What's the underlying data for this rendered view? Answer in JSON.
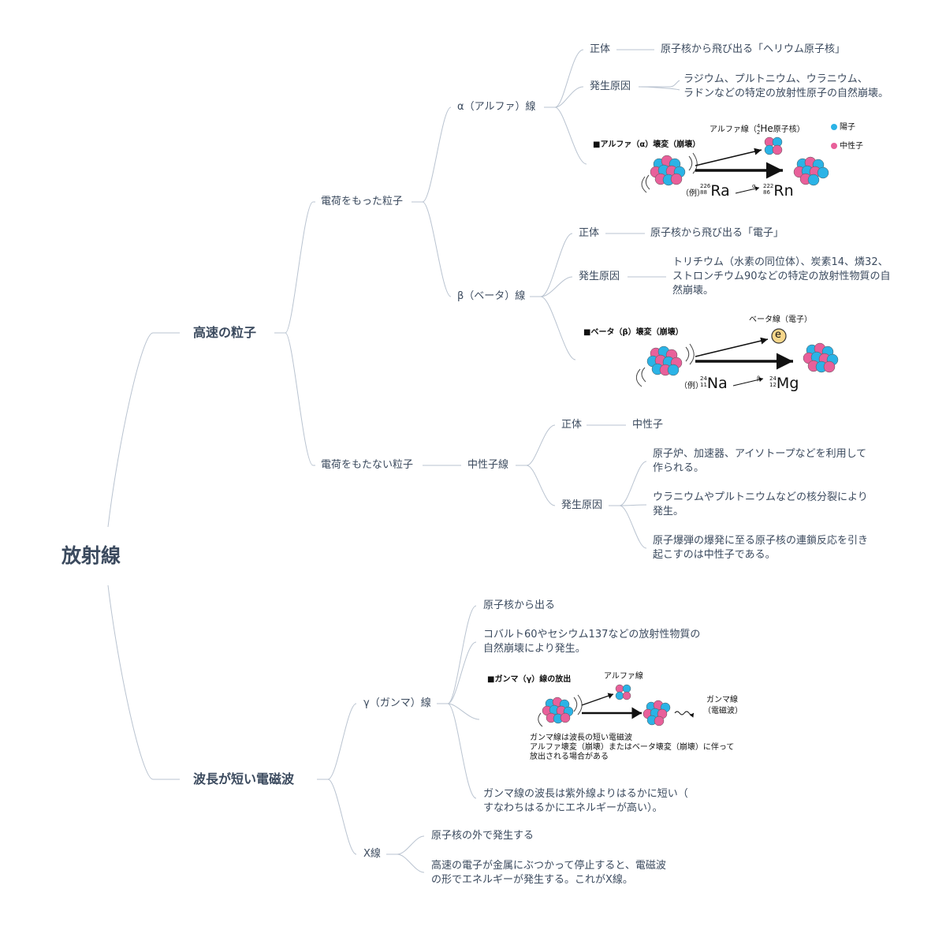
{
  "root": "放射線",
  "fast_particles": {
    "label": "高速の粒子",
    "charged": {
      "label": "電荷をもった粒子",
      "alpha": {
        "label": "α（アルファ）線",
        "body_label": "正体",
        "body_value": "原子核から飛び出る「ヘリウム原子核」",
        "cause_label": "発生原因",
        "cause_lines": [
          "ラジウム、プルトニウム、ウラニウム、",
          "ラドンなどの特定の放射性原子の自然崩壊。"
        ],
        "figure": {
          "title": "■アルファ（α）壊変（崩壊）",
          "ray_label": "アルファ線（",
          "he_mass": "4",
          "he_z": "2",
          "he_sym": "He",
          "ray_suffix": "原子核）",
          "legend_proton": "陽子",
          "legend_neutron": "中性子",
          "example": "（例）",
          "ra_mass": "226",
          "ra_z": "88",
          "ra_sym": "Ra",
          "arrow_sym": "α",
          "rn_mass": "222",
          "rn_z": "86",
          "rn_sym": "Rn"
        }
      },
      "beta": {
        "label": "β（ベータ）線",
        "body_label": "正体",
        "body_value": "原子核から飛び出る「電子」",
        "cause_label": "発生原因",
        "cause_lines": [
          "トリチウム（水素の同位体）、炭素14、燐32、",
          "ストロンチウム90などの特定の放射性物質の自",
          "然崩壊。"
        ],
        "figure": {
          "title": "■ベータ（β）壊変（崩壊）",
          "ray_label": "ベータ線（電子）",
          "electron": "e",
          "example": "（例）",
          "na_mass": "24",
          "na_z": "11",
          "na_sym": "Na",
          "arrow_sym": "β",
          "mg_mass": "24",
          "mg_z": "12",
          "mg_sym": "Mg"
        }
      }
    },
    "uncharged": {
      "label": "電荷をもたない粒子",
      "neutron": {
        "label": "中性子線",
        "body_label": "正体",
        "body_value": "中性子",
        "cause_label": "発生原因",
        "causes": [
          [
            "原子炉、加速器、アイソトープなどを利用して",
            "作られる。"
          ],
          [
            "ウラニウムやプルトニウムなどの核分裂により",
            "発生。"
          ],
          [
            "原子爆弾の爆発に至る原子核の連鎖反応を引き",
            "起こすのは中性子である。"
          ]
        ]
      }
    }
  },
  "em_wave": {
    "label": "波長が短い電磁波",
    "gamma": {
      "label": "γ（ガンマ）線",
      "notes": [
        [
          "原子核から出る"
        ],
        [
          "コバルト60やセシウム137などの放射性物質の",
          "自然崩壊により発生。"
        ],
        [
          "ガンマ線の波長は紫外線よりはるかに短い（",
          "すなわちはるかにエネルギーが高い）。"
        ]
      ],
      "figure": {
        "title": "■ガンマ（γ）線の放出",
        "alpha_label": "アルファ線",
        "gamma_label": "ガンマ線",
        "gamma_sub": "（電磁波）",
        "caption": [
          "ガンマ線は波長の短い電磁波",
          "アルファ壊変（崩壊）またはベータ壊変（崩壊）に伴って",
          "放出される場合がある"
        ]
      }
    },
    "xray": {
      "label": "X線",
      "notes": [
        [
          "原子核の外で発生する"
        ],
        [
          "高速の電子が金属にぶつかって停止すると、電磁波",
          "の形でエネルギーが発生する。これがX線。"
        ]
      ]
    }
  },
  "colors": {
    "line": "#b9c3d0",
    "text": "#3b4a5e",
    "proton": "#2bb3e6",
    "neutron": "#e8609a"
  }
}
